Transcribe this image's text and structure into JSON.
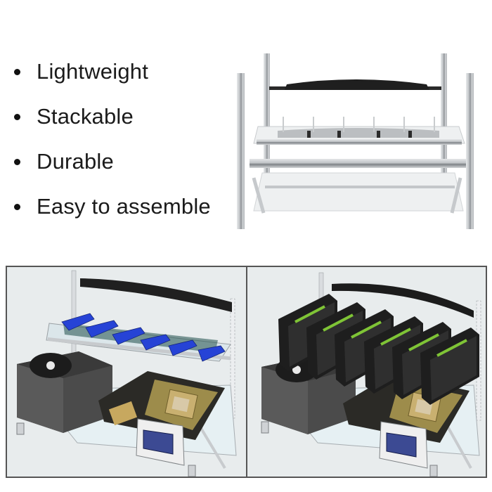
{
  "features": [
    {
      "label": "Lightweight"
    },
    {
      "label": "Stackable"
    },
    {
      "label": "Durable"
    },
    {
      "label": "Easy to assemble"
    }
  ],
  "images": {
    "hero": {
      "subject": "open-air-mining-rig-frame",
      "colors": {
        "frame": "#c9cccf",
        "handle": "#1e1e1e",
        "shelf": "#dfe3e6"
      }
    },
    "panel_left": {
      "subject": "rig-with-motherboard-psu-risers",
      "colors": {
        "background": "#e8eced",
        "riser": "#2a45d6",
        "psu": "#4a4a4a",
        "board": "#b9a35a"
      }
    },
    "panel_right": {
      "subject": "rig-with-six-gpus-installed",
      "gpu_count": 6,
      "colors": {
        "background": "#e8eced",
        "gpu": "#1b1b1b",
        "gpu_label": "#7fc436",
        "riser": "#2a45d6"
      }
    }
  }
}
